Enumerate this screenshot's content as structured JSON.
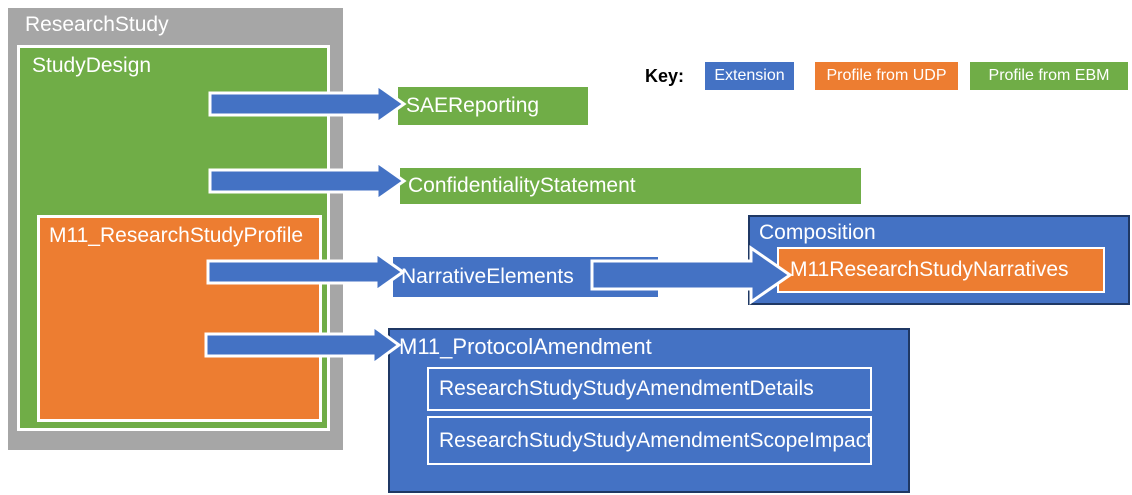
{
  "containers": {
    "research_study": {
      "label": "ResearchStudy"
    },
    "study_design": {
      "label": "StudyDesign"
    },
    "m11_profile": {
      "label": "M11_ResearchStudyProfile"
    }
  },
  "targets": {
    "sae_reporting": {
      "label": "SAEReporting",
      "category": "Profile from EBM"
    },
    "confidentiality": {
      "label": "ConfidentialityStatement",
      "category": "Profile from EBM"
    },
    "narrative_elements": {
      "label": "NarrativeElements",
      "category": "Extension"
    },
    "composition": {
      "label": "Composition",
      "category": "Extension",
      "child": {
        "label": "M11ResearchStudyNarratives",
        "category": "Profile from UDP"
      }
    },
    "protocol_amendment": {
      "label": "M11_ProtocolAmendment",
      "category": "Extension",
      "children": [
        {
          "label": "ResearchStudyStudyAmendmentDetails"
        },
        {
          "label": "ResearchStudyStudyAmendmentScopeImpact"
        }
      ]
    }
  },
  "key": {
    "label": "Key:",
    "items": [
      {
        "label": "Extension",
        "color": "#4472C4"
      },
      {
        "label": "Profile from UDP",
        "color": "#ED7D31"
      },
      {
        "label": "Profile from EBM",
        "color": "#70AD47"
      }
    ]
  },
  "colors": {
    "extension_blue": "#4472C4",
    "udp_orange": "#ED7D31",
    "ebm_green": "#70AD47",
    "container_gray": "#A6A6A6",
    "dark_border_navy": "#1F3864",
    "arrow_fill": "#4472C4",
    "arrow_outline": "#FFFFFF"
  }
}
